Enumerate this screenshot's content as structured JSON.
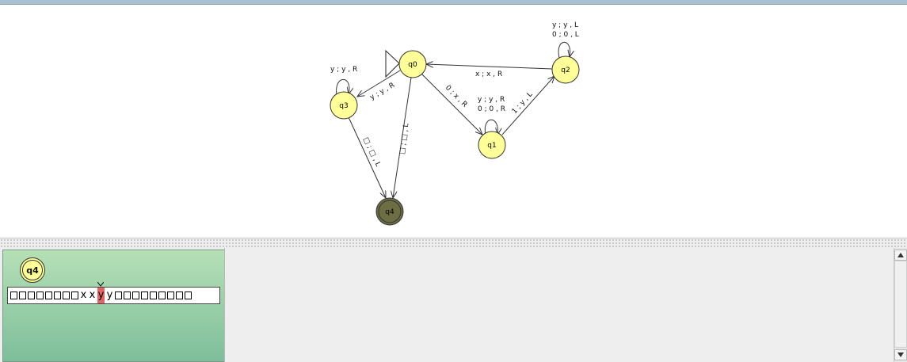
{
  "diagram": {
    "states": [
      {
        "id": "q0",
        "label": "q0",
        "initial": true,
        "final": false
      },
      {
        "id": "q1",
        "label": "q1",
        "initial": false,
        "final": false
      },
      {
        "id": "q2",
        "label": "q2",
        "initial": false,
        "final": false
      },
      {
        "id": "q3",
        "label": "q3",
        "initial": false,
        "final": false
      },
      {
        "id": "q4",
        "label": "q4",
        "initial": false,
        "final": true,
        "active": true
      }
    ],
    "transitions": [
      {
        "from": "q0",
        "to": "q1",
        "label": "0 ; x , R"
      },
      {
        "from": "q0",
        "to": "q3",
        "label": "y ; y , R"
      },
      {
        "from": "q0",
        "to": "q4",
        "label": "□ ; □ , L"
      },
      {
        "from": "q1",
        "to": "q1",
        "labels": [
          "y ; y , R",
          "0 ; 0 , R"
        ]
      },
      {
        "from": "q1",
        "to": "q2",
        "label": "1 ; y , L"
      },
      {
        "from": "q2",
        "to": "q2",
        "labels": [
          "y ; y , L",
          "0 ; 0 , L"
        ]
      },
      {
        "from": "q2",
        "to": "q0",
        "label": "x ; x , R"
      },
      {
        "from": "q3",
        "to": "q3",
        "label": "y ; y , R"
      },
      {
        "from": "q3",
        "to": "q4",
        "label": "□ ; □ , L"
      }
    ]
  },
  "simulation": {
    "current_state": "q4",
    "tape": {
      "cells": [
        "□",
        "□",
        "□",
        "□",
        "□",
        "□",
        "□",
        "□",
        "x",
        "x",
        "y",
        "y",
        "□",
        "□",
        "□",
        "□",
        "□",
        "□",
        "□",
        "□",
        "□"
      ],
      "head_index": 10
    }
  },
  "colors": {
    "state_fill": "#ffff99",
    "active_state_fill": "#6e6e45",
    "tape_head": "#e06666",
    "panel_gradient_top": "#b6e0b6",
    "panel_gradient_bottom": "#7dbe9a"
  },
  "icons": {
    "scroll_up": "triangle-up-icon",
    "scroll_down": "triangle-down-icon",
    "head_marker": "chevron-down-icon"
  }
}
